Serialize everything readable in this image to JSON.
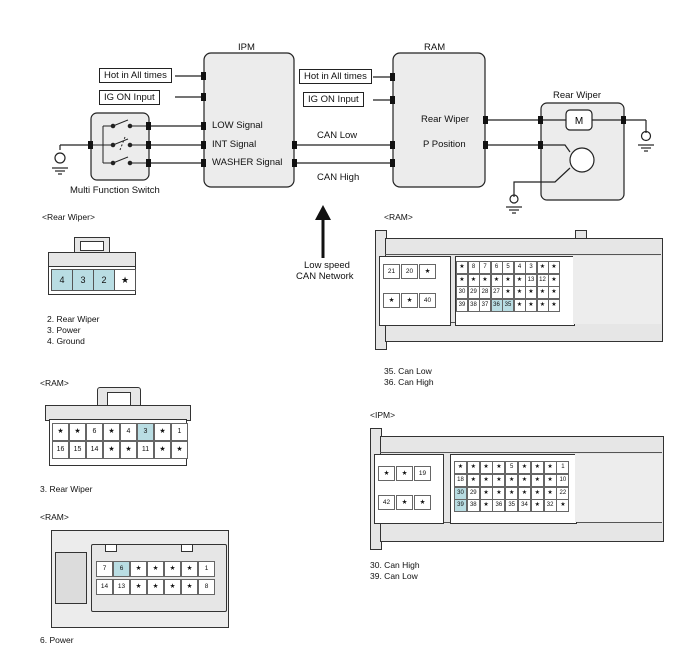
{
  "diagram": {
    "ipm_title": "IPM",
    "ram_title": "RAM",
    "rear_wiper_title": "Rear Wiper",
    "motor_symbol": "M",
    "ipm_inputs": [
      "Hot in All times",
      "IG ON Input"
    ],
    "ipm_pins": [
      "LOW Signal",
      "INT Signal",
      "WASHER Signal"
    ],
    "ram_inputs": [
      "Hot in All times",
      "IG ON Input"
    ],
    "ram_pins": [
      "Rear Wiper",
      "P Position"
    ],
    "can_low": "CAN Low",
    "can_high": "CAN High",
    "mfs_label": "Multi Function Switch",
    "network_note": [
      "Low speed",
      "CAN Network"
    ]
  },
  "connectors": {
    "rear_wiper": {
      "title": "<Rear Wiper>",
      "pins": [
        "4",
        "3",
        "2",
        "★"
      ],
      "legend": [
        "2. Rear Wiper",
        "3. Power",
        "4. Ground"
      ]
    },
    "ram1": {
      "title": "<RAM>",
      "rows": [
        [
          "★",
          "★",
          "6",
          "★",
          "4",
          "3",
          "★",
          "1"
        ],
        [
          "16",
          "15",
          "14",
          "★",
          "★",
          "11",
          "★",
          "★"
        ]
      ],
      "legend": [
        "3. Rear Wiper"
      ]
    },
    "ram2": {
      "title": "<RAM>",
      "rows": [
        [
          "7",
          "6",
          "★",
          "★",
          "★",
          "★",
          "1"
        ],
        [
          "14",
          "13",
          "★",
          "★",
          "★",
          "★",
          "8"
        ]
      ],
      "legend": [
        "6. Power"
      ]
    },
    "ram_big": {
      "title": "<RAM>",
      "left_rows": [
        [
          "21",
          "20",
          "★"
        ],
        [
          "★",
          "★",
          "40"
        ]
      ],
      "rows": [
        [
          "★",
          "8",
          "7",
          "6",
          "5",
          "4",
          "3",
          "★",
          "★"
        ],
        [
          "★",
          "★",
          "★",
          "★",
          "★",
          "★",
          "13",
          "12",
          "★"
        ],
        [
          "30",
          "29",
          "28",
          "27",
          "★",
          "★",
          "★",
          "★",
          "★"
        ],
        [
          "39",
          "38",
          "37",
          "36",
          "35",
          "★",
          "★",
          "★",
          "★"
        ]
      ],
      "legend": [
        "35. Can Low",
        "36. Can High"
      ]
    },
    "ipm_big": {
      "title": "<IPM>",
      "left_rows": [
        [
          "★",
          "★",
          "19"
        ],
        [
          "42",
          "★",
          "★"
        ]
      ],
      "rows": [
        [
          "★",
          "★",
          "★",
          "★",
          "5",
          "★",
          "★",
          "★",
          "1"
        ],
        [
          "18",
          "★",
          "★",
          "★",
          "★",
          "★",
          "★",
          "★",
          "10"
        ],
        [
          "30",
          "29",
          "★",
          "★",
          "★",
          "★",
          "★",
          "★",
          "22"
        ],
        [
          "39",
          "38",
          "★",
          "36",
          "35",
          "34",
          "★",
          "32",
          "★"
        ]
      ],
      "legend": [
        "30. Can High",
        "39. Can Low"
      ]
    }
  },
  "colors": {
    "highlight": "#b9dde3",
    "pin_bg": "#f2f2f2",
    "housing": "#e6e6e6",
    "line": "#222222"
  }
}
